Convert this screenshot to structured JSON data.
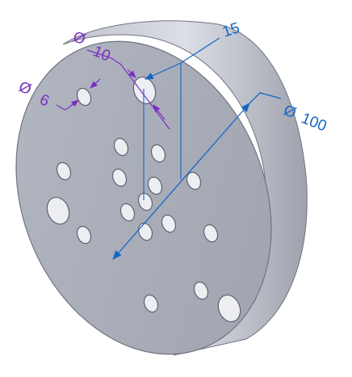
{
  "colors": {
    "face": "#a6abb7",
    "side": "#c9ccd6",
    "rim": "#7f8490",
    "hole": "#eceef2",
    "hole_edge": "#5d626e",
    "dim_blue": "#1466c8",
    "dim_purple": "#7a2fc4",
    "lead_line": "#2a2a2a"
  },
  "dimensions": {
    "diameter_symbol": "Ø",
    "small_hole": {
      "symbol": "Ø",
      "value": "6"
    },
    "large_hole": {
      "symbol": "Ø",
      "value": "10"
    },
    "disc_diameter": {
      "symbol": "Ø",
      "value": "100"
    },
    "offset": {
      "value": "15"
    }
  }
}
